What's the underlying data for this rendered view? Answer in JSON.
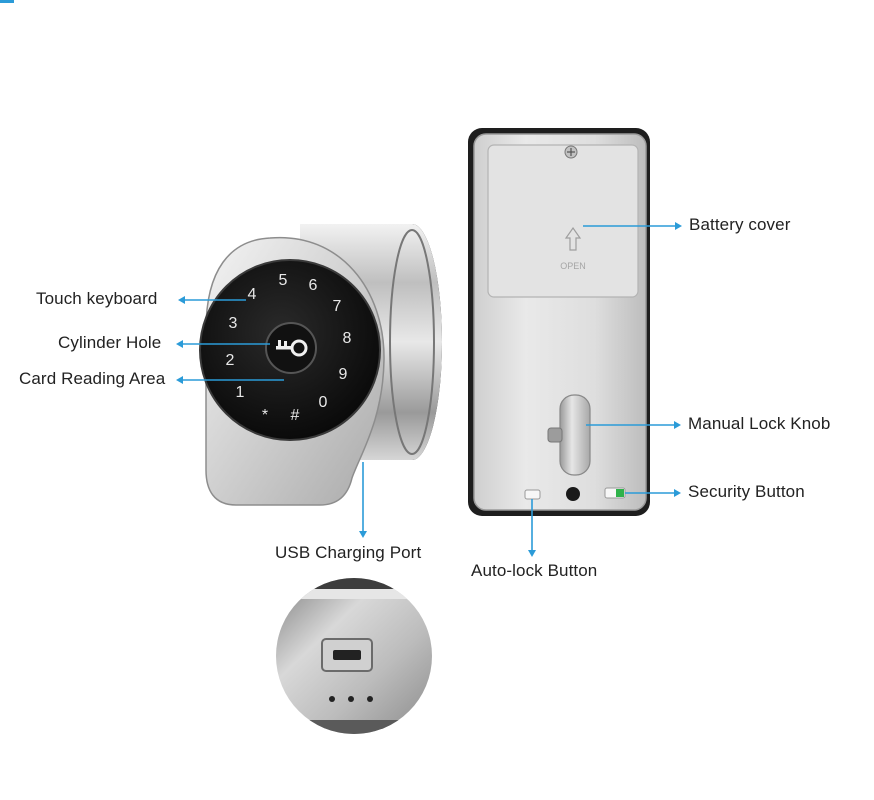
{
  "keypad": {
    "keys": [
      "4",
      "5",
      "6",
      "7",
      "3",
      "8",
      "2",
      "9",
      "1",
      "*",
      "#",
      "0"
    ]
  },
  "back_panel": {
    "open_text": "OPEN"
  },
  "labels": {
    "touch_keyboard": "Touch keyboard",
    "cylinder_hole": "Cylinder Hole",
    "card_reading_area": "Card Reading Area",
    "usb_charging_port": "USB Charging Port",
    "battery_cover": "Battery cover",
    "manual_lock_knob": "Manual Lock Knob",
    "security_button": "Security Button",
    "auto_lock_button": "Auto-lock Button"
  },
  "colors": {
    "callout_blue": "#2b9bd8",
    "security_green": "#2fb24a"
  }
}
